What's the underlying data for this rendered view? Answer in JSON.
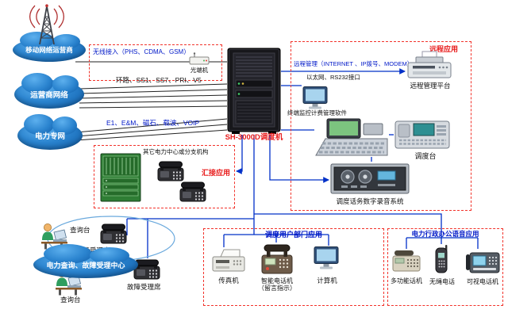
{
  "colors": {
    "box_dash_red": "#f2332b",
    "link_blue": "#0030c8",
    "trunk_black": "#222222",
    "cloud_blue": "#2b84cf",
    "label_red": "#e81c1c",
    "label_blue": "#0018c8"
  },
  "clouds": {
    "mobile_label": "移动网络运营商",
    "operator_label": "运营商网络",
    "power_label": "电力专网",
    "query_center_label": "电力查询、故障受理中心"
  },
  "center": {
    "rack_label": "SH-3000D调度机"
  },
  "wireless": {
    "access_label": "无线接入（PHS、CDMA、GSM）",
    "device_label": "光端机"
  },
  "trunks": {
    "operator_trunk_label": "环路、SS1、SS7、PRI、V5",
    "power_trunk_label": "E1、E&M、磁石、载波、VOIP"
  },
  "tandem": {
    "title": "其它电力中心或分支机构",
    "app_label": "汇接应用"
  },
  "remote": {
    "corner_label": "远程应用",
    "mgmt_label": "远程管理（INTERNET 、IP拨号、MODEM）",
    "platform_label": "远程管理平台",
    "interface_label": "以太网、RS232接口",
    "software_label": "终端监控计费管理软件",
    "console_label": "调度台",
    "recorder_label": "调度话务数字录音系统"
  },
  "query": {
    "console1_label": "查询台",
    "console2_label": "查询台",
    "seat1_label": "故障受理席",
    "seat2_label": "故障受理席"
  },
  "department": {
    "title": "调度用户部门应用",
    "fax_label": "传真机",
    "smart_phone_label": "智能电话机",
    "smart_phone_sub": "（留言指示）",
    "computer_label": "计算机"
  },
  "office": {
    "title": "电力行政办公语音应用",
    "multi_phone_label": "多功能话机",
    "cordless_label": "无绳电话",
    "video_phone_label": "可视电话机"
  }
}
